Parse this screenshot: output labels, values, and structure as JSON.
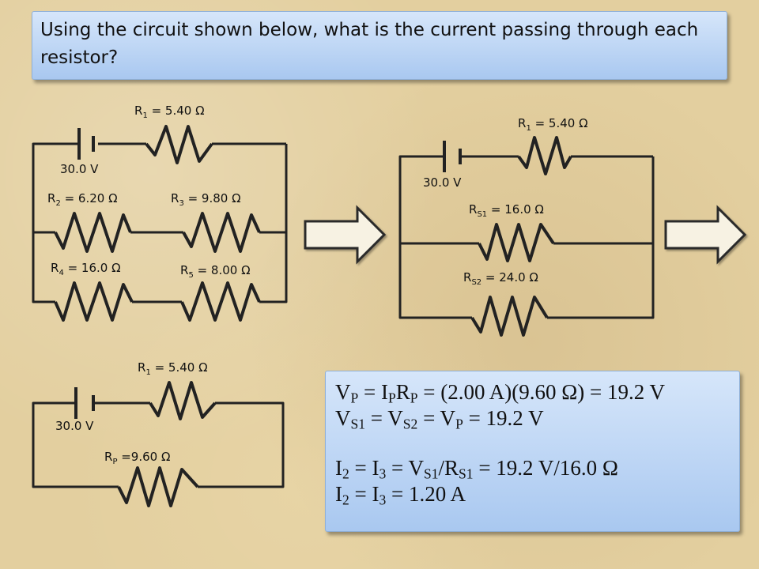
{
  "question": "Using the circuit shown below, what is the current passing through each resistor?",
  "circuit1": {
    "battery": "30.0 V",
    "r1": {
      "sym": "R",
      "sub": "1",
      "val": " = 5.40 Ω"
    },
    "r2": {
      "sym": "R",
      "sub": "2",
      "val": " = 6.20 Ω"
    },
    "r3": {
      "sym": "R",
      "sub": "3",
      "val": " = 9.80 Ω"
    },
    "r4": {
      "sym": "R",
      "sub": "4",
      "val": " = 16.0 Ω"
    },
    "r5": {
      "sym": "R",
      "sub": "5",
      "val": " = 8.00 Ω"
    }
  },
  "circuit2": {
    "battery": "30.0 V",
    "r1": {
      "sym": "R",
      "sub": "1",
      "val": " = 5.40 Ω"
    },
    "rs1": {
      "sym": "R",
      "sub": "S1",
      "val": " = 16.0 Ω"
    },
    "rs2": {
      "sym": "R",
      "sub": "S2",
      "val": " = 24.0 Ω"
    }
  },
  "circuit3": {
    "battery": "30.0 V",
    "r1": {
      "sym": "R",
      "sub": "1",
      "val": " = 5.40 Ω"
    },
    "rp": {
      "sym": "R",
      "sub": "P",
      "val": " =9.60 Ω"
    }
  },
  "answer": {
    "line1": {
      "a": "V",
      "as": "P",
      "b": " = I",
      "bs": "P",
      "c": "R",
      "cs": "P",
      "d": " = (2.00 A)(9.60 Ω) = 19.2 V"
    },
    "line2": {
      "a": "V",
      "as": "S1",
      "b": " = V",
      "bs": "S2",
      "c": " = V",
      "cs": "P",
      "d": " = 19.2 V"
    },
    "line3": {
      "a": "I",
      "as": "2",
      "b": " = I",
      "bs": "3",
      "c": " = V",
      "cs": "S1",
      "d": "/R",
      "ds": "S1",
      "e": " = 19.2 V/16.0 Ω"
    },
    "line4": {
      "a": "I",
      "as": "2",
      "b": " = I",
      "bs": "3",
      "c": " = 1.20 A"
    }
  }
}
